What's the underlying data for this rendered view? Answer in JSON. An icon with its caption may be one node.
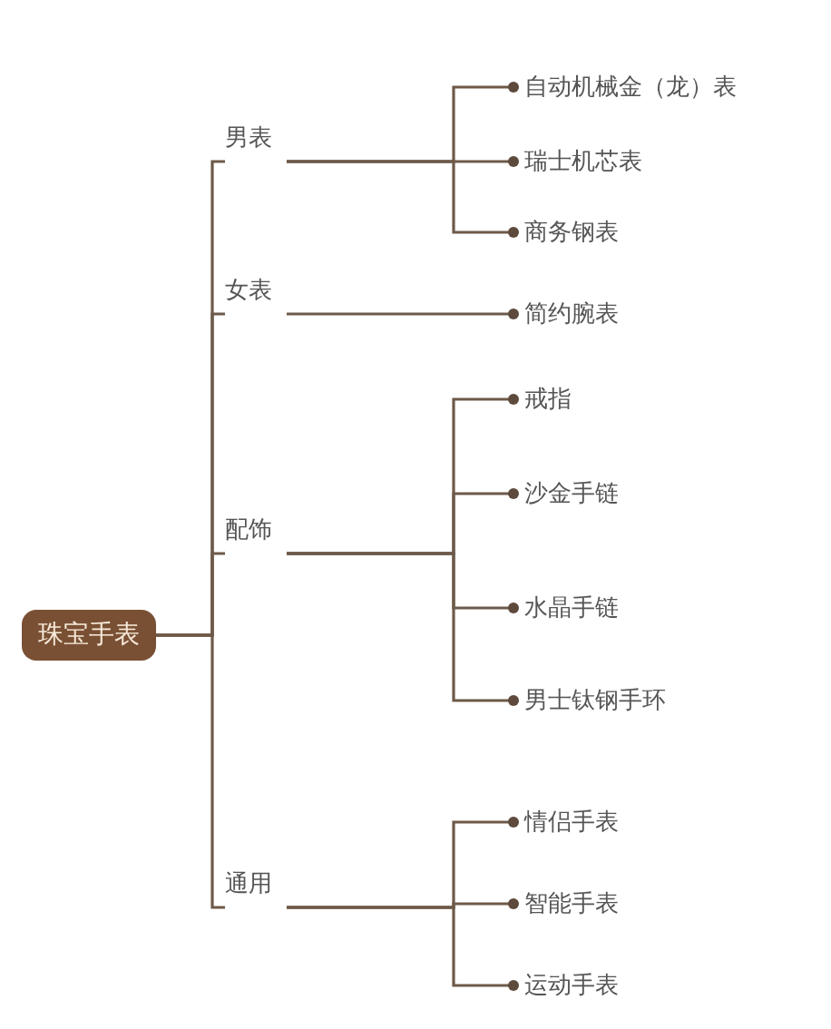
{
  "diagram": {
    "nodes": [
      {
        "text": [
          "珠宝手表"
        ]
      },
      {
        "text": [
          "男表"
        ]
      },
      {
        "text": [
          "自动机械金（龙）表"
        ]
      },
      {
        "text": [
          "瑞士机芯表"
        ]
      },
      {
        "text": [
          "商务钢表"
        ]
      },
      {
        "text": [
          "女表"
        ]
      },
      {
        "text": [
          "简约腕表"
        ]
      },
      {
        "text": [
          "配饰"
        ]
      },
      {
        "text": [
          "戒指"
        ]
      },
      {
        "text": [
          "沙金手链"
        ]
      },
      {
        "text": [
          "水晶手链"
        ]
      },
      {
        "text": [
          "男士钛钢手环"
        ]
      },
      {
        "text": [
          "通用"
        ]
      },
      {
        "text": [
          "情侣手表"
        ]
      },
      {
        "text": [
          "智能手表"
        ]
      },
      {
        "text": [
          "运动手表"
        ]
      }
    ],
    "edges": [
      {
        "from": 0,
        "to": 1,
        "arrow": "none"
      },
      {
        "from": 1,
        "to": 2,
        "arrow": "other"
      },
      {
        "from": 1,
        "to": 3,
        "arrow": "other"
      },
      {
        "from": 1,
        "to": 4,
        "arrow": "other"
      },
      {
        "from": 0,
        "to": 5,
        "arrow": "none"
      },
      {
        "from": 5,
        "to": 6,
        "arrow": "other"
      },
      {
        "from": 0,
        "to": 7,
        "arrow": "none"
      },
      {
        "from": 7,
        "to": 8,
        "arrow": "other"
      },
      {
        "from": 7,
        "to": 9,
        "arrow": "other"
      },
      {
        "from": 7,
        "to": 10,
        "arrow": "other"
      },
      {
        "from": 7,
        "to": 11,
        "arrow": "other"
      },
      {
        "from": 0,
        "to": 12,
        "arrow": "none"
      },
      {
        "from": 12,
        "to": 13,
        "arrow": "other"
      },
      {
        "from": 12,
        "to": 14,
        "arrow": "other"
      },
      {
        "from": 12,
        "to": 15,
        "arrow": "other"
      }
    ]
  }
}
